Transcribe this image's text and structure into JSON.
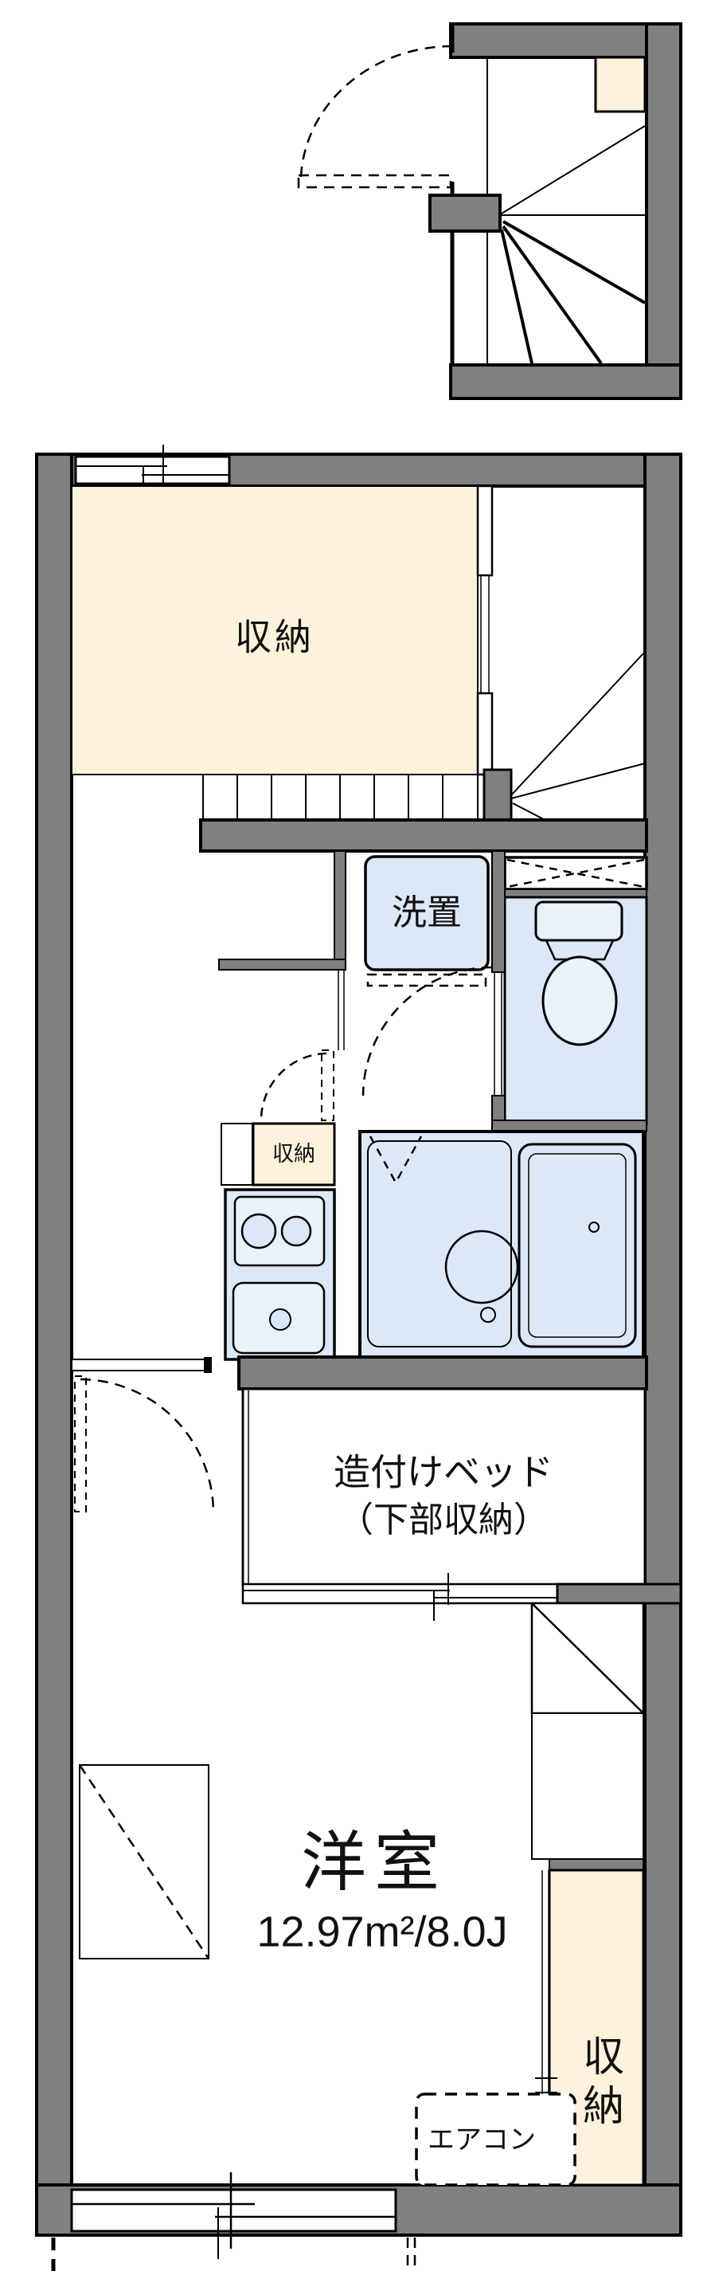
{
  "plan": {
    "type": "apartment-floorplan",
    "labels": {
      "storage_top": "収納",
      "laundry": "洗置",
      "kitchen_storage": "収納",
      "bed_line1": "造付けベッド",
      "bed_line2": "（下部収納）",
      "room_name": "洋室",
      "room_area": "12.97m²/8.0J",
      "aircon": "エアコン",
      "storage_right": "収納"
    },
    "colors": {
      "wall_gray": "#808080",
      "outline_black": "#000000",
      "closet_cream": "#fdf3dc",
      "fixture_blue": "#dce8f7",
      "fixture_blue_light": "#e9f1fb",
      "background": "#ffffff"
    }
  }
}
